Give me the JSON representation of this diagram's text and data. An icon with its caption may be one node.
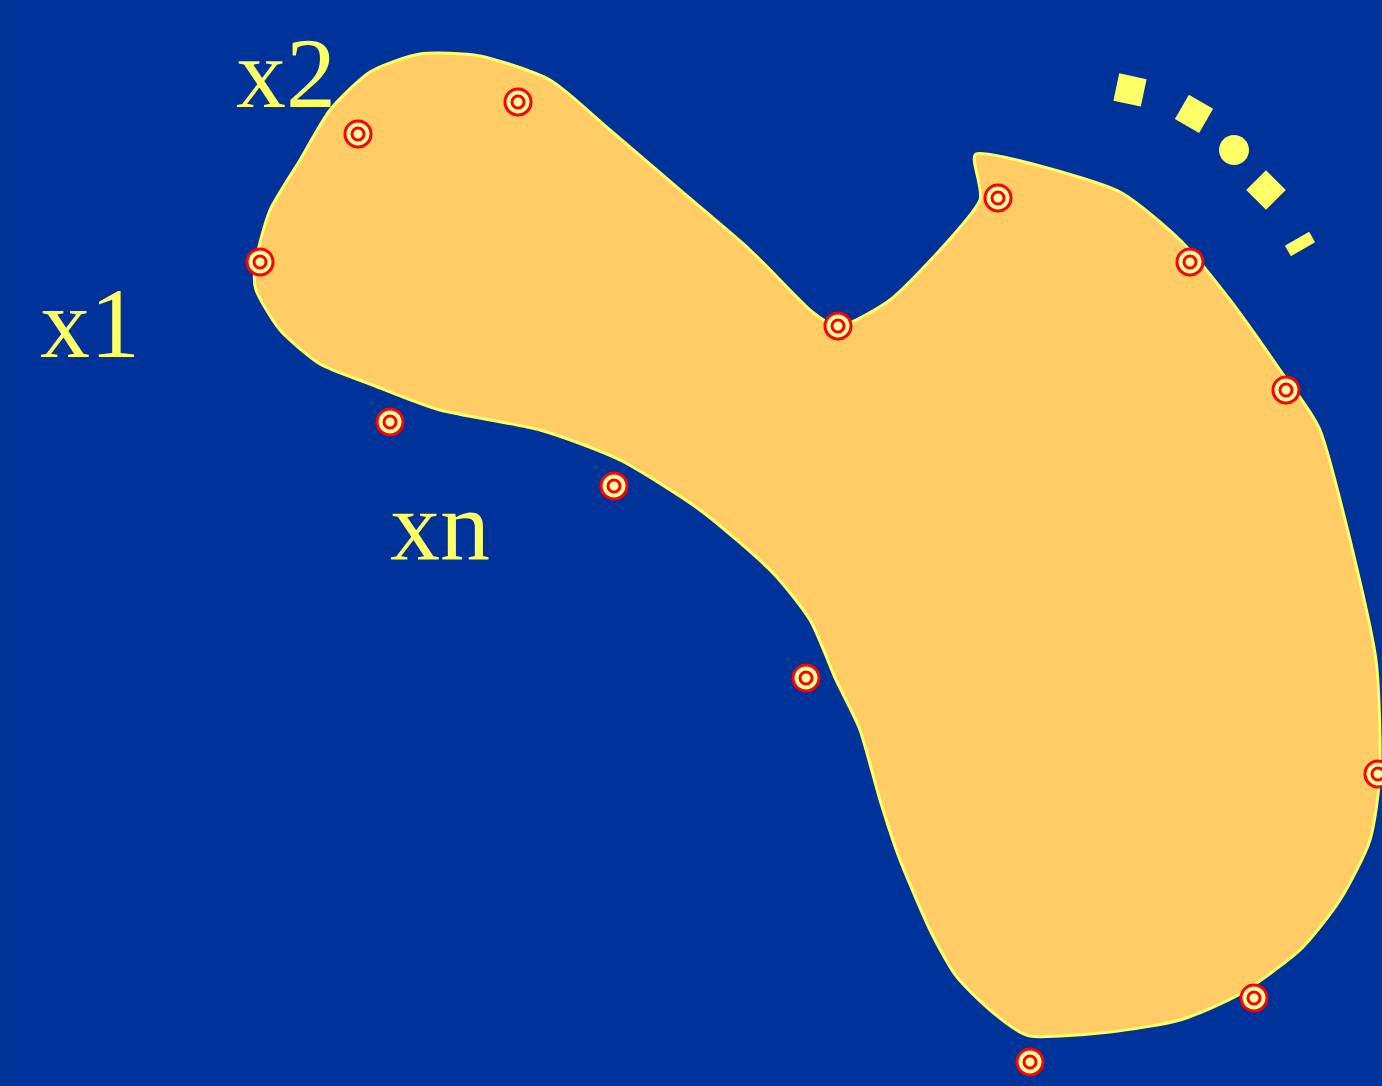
{
  "diagram": {
    "labels": [
      "x2",
      "x1",
      "xn"
    ]
  }
}
